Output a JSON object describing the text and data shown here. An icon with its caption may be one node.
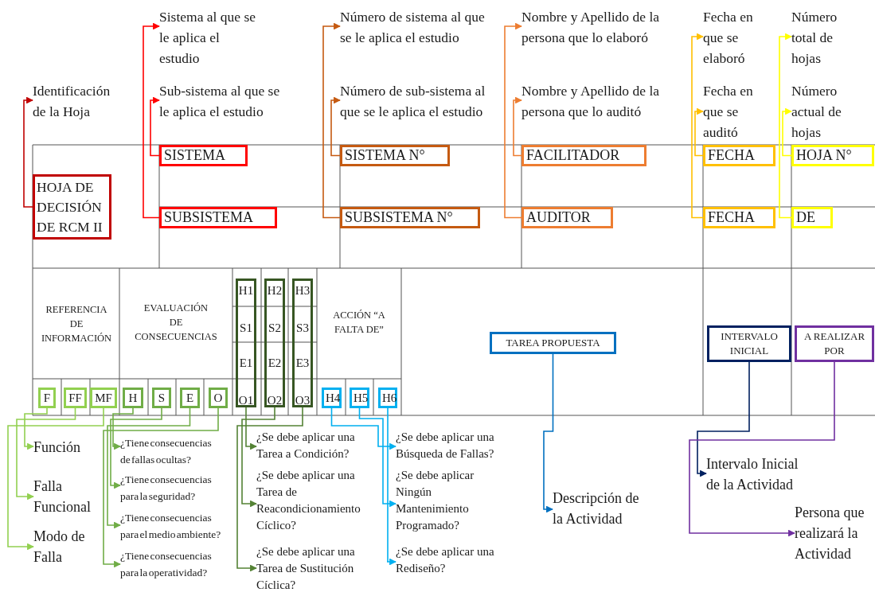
{
  "diagram": {
    "nodes": [
      {
        "text": [
          "Identificación de la Hoja"
        ]
      },
      {
        "text": [
          "Sistema al que se le aplica el estudio"
        ]
      },
      {
        "text": [
          "Sub-sistema al que se le aplica el estudio"
        ]
      },
      {
        "text": [
          "Número de sistema al que se le aplica el estudio"
        ]
      },
      {
        "text": [
          "Número de sub-sistema al que se le aplica el estudio"
        ]
      },
      {
        "text": [
          "Nombre y Apellido de la persona que lo elaboró"
        ]
      },
      {
        "text": [
          "Nombre y Apellido de la persona que lo auditó"
        ]
      },
      {
        "text": [
          "Fecha en que se elaboró"
        ]
      },
      {
        "text": [
          "Fecha en que se auditó"
        ]
      },
      {
        "text": [
          "Número total de hojas"
        ]
      },
      {
        "text": [
          "Número actual de hojas"
        ]
      },
      {
        "text": [
          "HOJA DE DECISIÓN DE RCM II"
        ]
      },
      {
        "text": [
          "SISTEMA"
        ]
      },
      {
        "text": [
          "SISTEMA N°"
        ]
      },
      {
        "text": [
          "FACILITADOR"
        ]
      },
      {
        "text": [
          "FECHA"
        ]
      },
      {
        "text": [
          "HOJA N°"
        ]
      },
      {
        "text": [
          "SUBSISTEMA"
        ]
      },
      {
        "text": [
          "SUBSISTEMA N°"
        ]
      },
      {
        "text": [
          "AUDITOR"
        ]
      },
      {
        "text": [
          "FECHA"
        ]
      },
      {
        "text": [
          "DE"
        ]
      },
      {
        "text": [
          "H1",
          "S1",
          "E1",
          "O1"
        ]
      },
      {
        "text": [
          "H2",
          "S2",
          "E2",
          "O2"
        ]
      },
      {
        "text": [
          "H3",
          "S3",
          "E3",
          "O3"
        ]
      },
      {
        "text": [
          "TAREA PROPUESTA"
        ]
      },
      {
        "text": [
          "INTERVALO INICIAL"
        ]
      },
      {
        "text": [
          "A REALIZAR POR"
        ]
      },
      {
        "text": [
          "F"
        ]
      },
      {
        "text": [
          "FF"
        ]
      },
      {
        "text": [
          "MF"
        ]
      },
      {
        "text": [
          "H"
        ]
      },
      {
        "text": [
          "S"
        ]
      },
      {
        "text": [
          "E"
        ]
      },
      {
        "text": [
          "O"
        ]
      },
      {
        "text": [
          "H4"
        ]
      },
      {
        "text": [
          "H5"
        ]
      },
      {
        "text": [
          "H6"
        ]
      },
      {
        "text": [
          "Función"
        ]
      },
      {
        "text": [
          "Falla Funcional"
        ]
      },
      {
        "text": [
          "Modo de Falla"
        ]
      },
      {
        "text": [
          "¿Tiene consecuencias de fallas ocultas?"
        ]
      },
      {
        "text": [
          "¿Tiene consecuencias para la seguridad?"
        ]
      },
      {
        "text": [
          "¿Tiene consecuencias para el medio ambiente?"
        ]
      },
      {
        "text": [
          "¿Tiene consecuencias para la operatividad?"
        ]
      },
      {
        "text": [
          "¿Se debe aplicar una Tarea a Condición?"
        ]
      },
      {
        "text": [
          "¿Se debe aplicar una Tarea de Reacondicionamiento Cíclico?"
        ]
      },
      {
        "text": [
          "¿Se debe aplicar una Tarea de Sustitución Cíclica?"
        ]
      },
      {
        "text": [
          "¿Se debe aplicar una Búsqueda de Fallas?"
        ]
      },
      {
        "text": [
          "¿Se debe aplicar Ningún Mantenimiento Programado?"
        ]
      },
      {
        "text": [
          "¿Se debe aplicar una Rediseño?"
        ]
      },
      {
        "text": [
          "Descripción de la Actividad"
        ]
      },
      {
        "text": [
          "Intervalo Inicial de la Actividad"
        ]
      },
      {
        "text": [
          "Persona que realizará la Actividad"
        ]
      }
    ],
    "edges": [
      {
        "from": 11,
        "to": 0,
        "arrow": "to",
        "color": "#c00000"
      },
      {
        "from": 17,
        "to": 1,
        "arrow": "to",
        "color": "#ff0000"
      },
      {
        "from": 12,
        "to": 2,
        "arrow": "to",
        "color": "#ff0000"
      },
      {
        "from": 18,
        "to": 3,
        "arrow": "to",
        "color": "#c55a11"
      },
      {
        "from": 13,
        "to": 4,
        "arrow": "to",
        "color": "#c55a11"
      },
      {
        "from": 19,
        "to": 5,
        "arrow": "to",
        "color": "#ed7d31"
      },
      {
        "from": 14,
        "to": 6,
        "arrow": "to",
        "color": "#ed7d31"
      },
      {
        "from": 20,
        "to": 7,
        "arrow": "to",
        "color": "#ffc000"
      },
      {
        "from": 15,
        "to": 8,
        "arrow": "to",
        "color": "#ffc000"
      },
      {
        "from": 21,
        "to": 9,
        "arrow": "to",
        "color": "#ffff00"
      },
      {
        "from": 16,
        "to": 10,
        "arrow": "to",
        "color": "#ffff00"
      },
      {
        "from": 28,
        "to": 38,
        "arrow": "to",
        "color": "#92d050"
      },
      {
        "from": 29,
        "to": 39,
        "arrow": "to",
        "color": "#92d050"
      },
      {
        "from": 30,
        "to": 40,
        "arrow": "to",
        "color": "#92d050"
      },
      {
        "from": 31,
        "to": 41,
        "arrow": "to",
        "color": "#70ad47"
      },
      {
        "from": 32,
        "to": 42,
        "arrow": "to",
        "color": "#70ad47"
      },
      {
        "from": 33,
        "to": 43,
        "arrow": "to",
        "color": "#70ad47"
      },
      {
        "from": 34,
        "to": 44,
        "arrow": "to",
        "color": "#70ad47"
      },
      {
        "from": 22,
        "to": 45,
        "arrow": "to",
        "color": "#548235"
      },
      {
        "from": 23,
        "to": 46,
        "arrow": "to",
        "color": "#548235"
      },
      {
        "from": 24,
        "to": 47,
        "arrow": "to",
        "color": "#548235"
      },
      {
        "from": 35,
        "to": 48,
        "arrow": "to",
        "color": "#00b0f0"
      },
      {
        "from": 36,
        "to": 49,
        "arrow": "to",
        "color": "#00b0f0"
      },
      {
        "from": 37,
        "to": 50,
        "arrow": "to",
        "color": "#00b0f0"
      },
      {
        "from": 25,
        "to": 51,
        "arrow": "to",
        "color": "#0070c0"
      },
      {
        "from": 26,
        "to": 52,
        "arrow": "to",
        "color": "#002060"
      },
      {
        "from": 27,
        "to": 53,
        "arrow": "to",
        "color": "#7030a0"
      }
    ],
    "labels": [
      "REFERENCIA DE INFORMACIÓN",
      "EVALUACIÓN DE CONSECUENCIAS",
      "ACCIÓN “A FALTA DE”"
    ]
  }
}
